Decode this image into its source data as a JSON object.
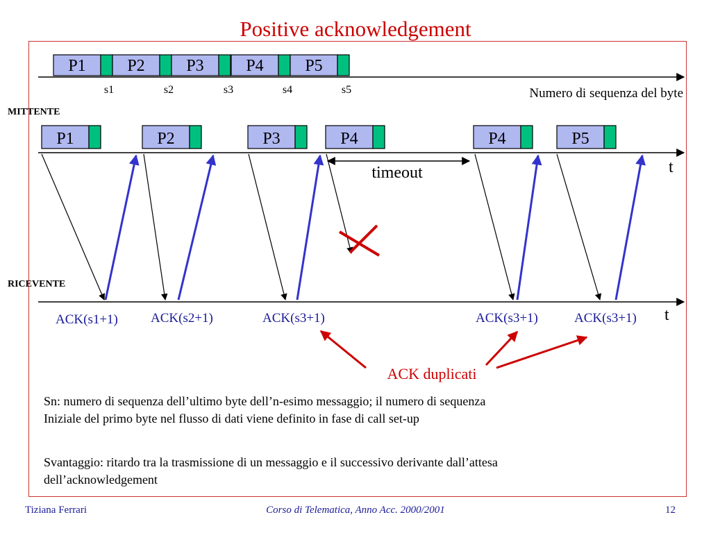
{
  "slide": {
    "title": "Positive acknowledgement",
    "footer_left": "Tiziana Ferrari",
    "footer_center": "Corso di Telematica, Anno Acc. 2000/2001",
    "footer_right": "12"
  },
  "diagram": {
    "byte_stream": {
      "packets": [
        "P1",
        "P2",
        "P3",
        "P4",
        "P5"
      ],
      "sequence_marks": [
        "s1",
        "s2",
        "s3",
        "s4",
        "s5"
      ],
      "axis_label": "Numero di sequenza del byte"
    },
    "sender_label": "MITTENTE",
    "receiver_label": "RICEVENTE",
    "time_label": "t",
    "sent_packets": [
      "P1",
      "P2",
      "P3",
      "P4",
      "P4",
      "P5"
    ],
    "timeout_label": "timeout",
    "acks": [
      "ACK(s1+1)",
      "ACK(s2+1)",
      "ACK(s3+1)",
      "ACK(s3+1)",
      "ACK(s3+1)"
    ],
    "duplicate_label": "ACK duplicati",
    "colors": {
      "packet_fill": "#b0b8f0",
      "tail_fill": "#00c080",
      "ack_line": "#3333cc",
      "ack_text": "#1a1a99",
      "accent_red": "#cc0000",
      "lost_mark": "#cc0000"
    }
  },
  "notes": {
    "p1_line1": "Sn: numero di sequenza dell’ultimo byte dell’n-esimo messaggio; il numero di sequenza",
    "p1_line2": "Iniziale del primo byte nel flusso di dati viene definito in fase di call set-up",
    "p2_line1": "Svantaggio: ritardo tra la trasmissione di un messaggio e il successivo derivante dall’attesa",
    "p2_line2": "dell’acknowledgement"
  }
}
